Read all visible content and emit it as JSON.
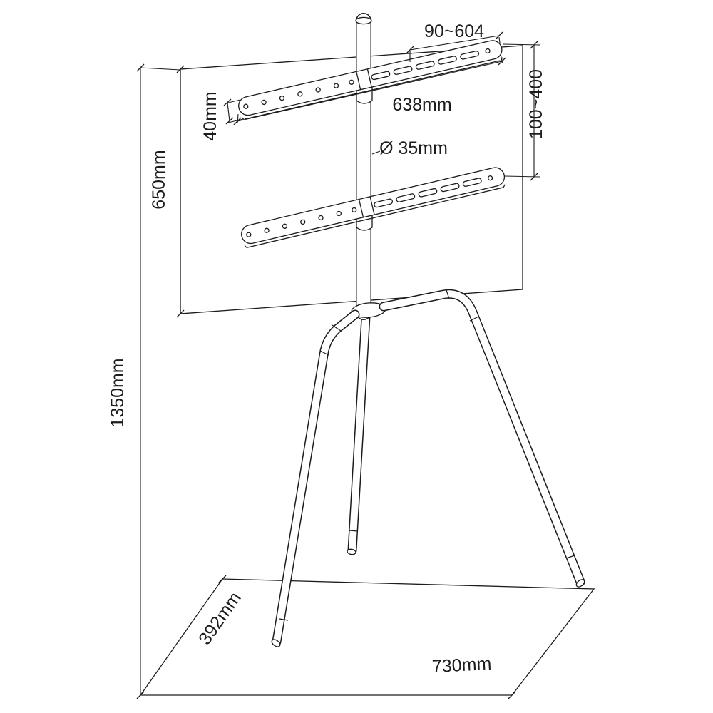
{
  "diagram": {
    "type": "technical-dimension-drawing",
    "colors": {
      "line": "#1c1c1c",
      "background": "#ffffff"
    },
    "dimensions": {
      "vesa_width_range": "90~604",
      "bracket_height": "40mm",
      "bracket_length": "638mm",
      "pole_diameter": "Ø 35mm",
      "vesa_height_range": "100~400",
      "upper_section_height": "650mm",
      "total_height": "1350mm",
      "base_depth": "392mm",
      "base_width": "730mm"
    }
  }
}
